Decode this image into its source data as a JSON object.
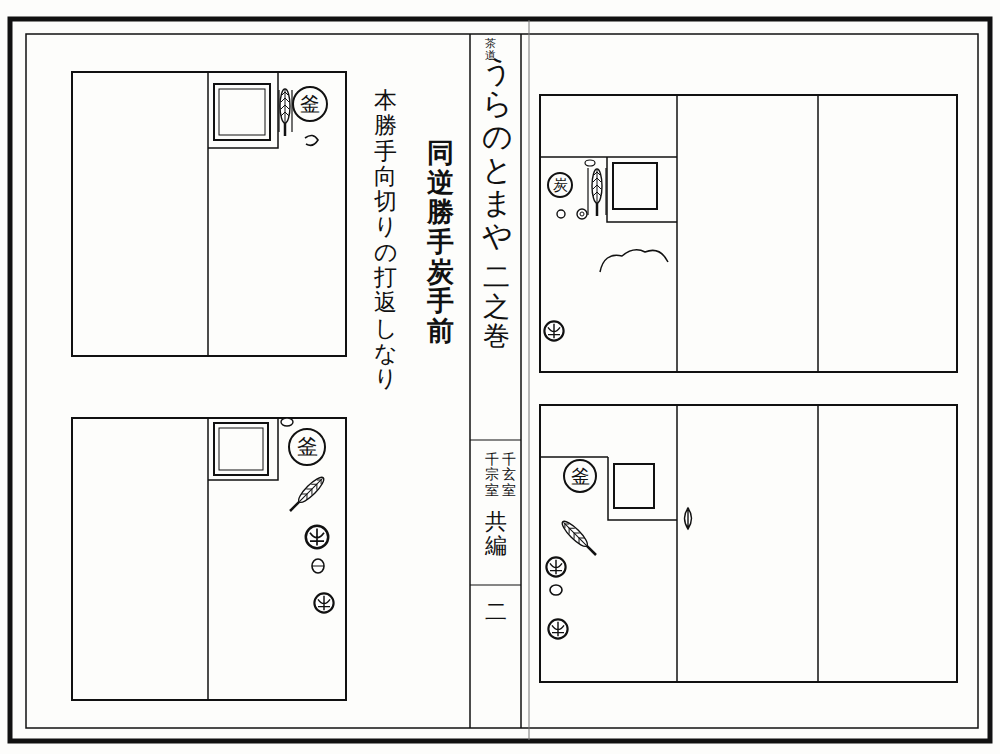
{
  "diagram": {
    "title": "同逆勝手炭手前",
    "nodes": [
      {
        "text": [
          "釜"
        ]
      },
      {
        "text": [
          "釜"
        ]
      },
      {
        "text": [
          "炭"
        ]
      },
      {
        "text": [
          "釜"
        ]
      }
    ],
    "labels": [
      "茶道",
      "うらのとまや",
      "二之巻",
      "千玄室",
      "千宗室",
      "共編",
      "二",
      "本勝手向切りの打返しなり"
    ]
  }
}
